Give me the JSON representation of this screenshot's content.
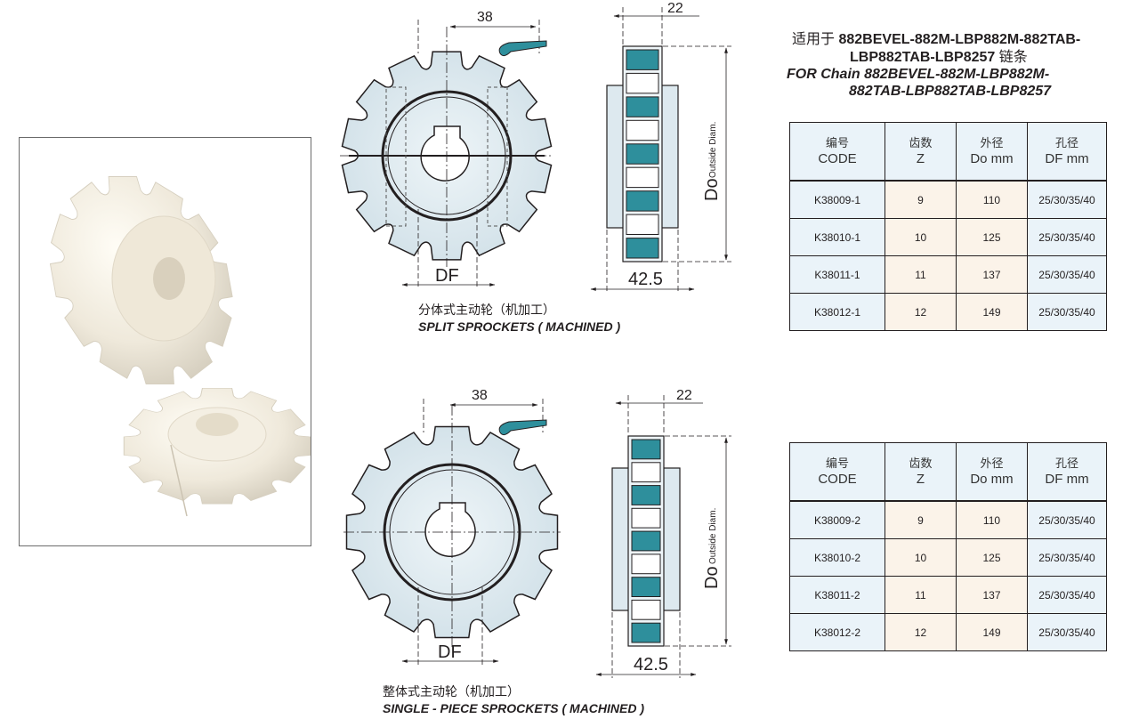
{
  "colors": {
    "part_fill": "#dde9ef",
    "teal": "#2e8f9c",
    "table_bg": "#eaf3f9",
    "cell_bg": "#fbf3e9"
  },
  "photo": {
    "subject": "white plastic sprocket photographs"
  },
  "split": {
    "dims": {
      "width_38": "38",
      "hub_22": "22",
      "bore": "DF",
      "overall_width": "42.5",
      "do_label": "Do",
      "outside_diam": "Outside Diam."
    },
    "caption_cn": "分体式主动轮（机加工）",
    "caption_en": "SPLIT SPROCKETS ( MACHINED )"
  },
  "single": {
    "dims": {
      "width_38": "38",
      "hub_22": "22",
      "bore": "DF",
      "overall_width": "42.5",
      "do_label": "Do",
      "outside_diam": "Outside Diam."
    },
    "caption_cn": "整体式主动轮（机加工）",
    "caption_en": "SINGLE - PIECE SPROCKETS ( MACHINED )"
  },
  "chain_title": {
    "cn_prefix": "适用于",
    "cn_line1_models": "882BEVEL-882M-LBP882M-882TAB-",
    "cn_line2_models": "LBP882TAB-LBP8257",
    "cn_suffix": "链条",
    "en_line1": "FOR Chain 882BEVEL-882M-LBP882M-",
    "en_line2": "882TAB-LBP882TAB-LBP8257"
  },
  "table_headers": [
    {
      "cn": "编号",
      "en": "CODE"
    },
    {
      "cn": "齿数",
      "en": "Z"
    },
    {
      "cn": "外径",
      "en": "Do mm"
    },
    {
      "cn": "孔径",
      "en": "DF mm"
    }
  ],
  "table_split": [
    {
      "code": "K38009-1",
      "z": "9",
      "do": "110",
      "df": "25/30/35/40"
    },
    {
      "code": "K38010-1",
      "z": "10",
      "do": "125",
      "df": "25/30/35/40"
    },
    {
      "code": "K38011-1",
      "z": "11",
      "do": "137",
      "df": "25/30/35/40"
    },
    {
      "code": "K38012-1",
      "z": "12",
      "do": "149",
      "df": "25/30/35/40"
    }
  ],
  "table_single": [
    {
      "code": "K38009-2",
      "z": "9",
      "do": "110",
      "df": "25/30/35/40"
    },
    {
      "code": "K38010-2",
      "z": "10",
      "do": "125",
      "df": "25/30/35/40"
    },
    {
      "code": "K38011-2",
      "z": "11",
      "do": "137",
      "df": "25/30/35/40"
    },
    {
      "code": "K38012-2",
      "z": "12",
      "do": "149",
      "df": "25/30/35/40"
    }
  ]
}
